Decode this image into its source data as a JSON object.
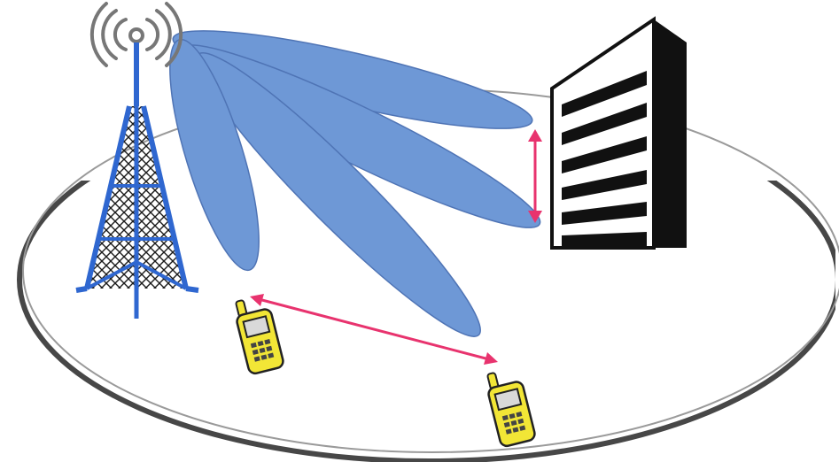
{
  "diagram": {
    "elements": [
      "antenna-tower",
      "radio-waves",
      "beam-lobe",
      "beam-lobe",
      "beam-lobe",
      "beam-lobe",
      "building",
      "mobile-phone",
      "mobile-phone",
      "separation-arrow",
      "separation-arrow"
    ],
    "beam_count": 4,
    "phone_count": 2
  },
  "colors": {
    "beam_fill": "#6e98d6",
    "beam_stroke": "#4f74b5",
    "tower": "#2f67d0",
    "tower_mesh": "#1a1a1a",
    "arrow": "#e8336e",
    "ellipse": "#999999",
    "phone_body": "#f2e636",
    "building": "#111111"
  }
}
